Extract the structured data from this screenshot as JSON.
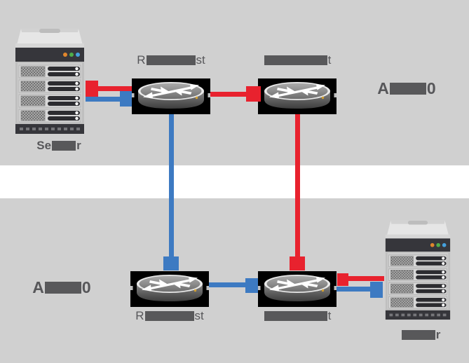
{
  "colors": {
    "background_band": "#d0d0d0",
    "background_gap": "#ffffff",
    "red_link": "#e8222e",
    "blue_link": "#3d7ac2",
    "label_text": "#57575a",
    "redaction_block": "#58585a"
  },
  "as_regions": [
    {
      "name": "as-top",
      "label": {
        "prefix": "A",
        "suffix": "0",
        "obscured": true
      }
    },
    {
      "name": "as-bottom",
      "label": {
        "prefix": "A",
        "suffix": "0",
        "obscured": true
      }
    }
  ],
  "nodes": {
    "server_top": {
      "type": "server",
      "label": {
        "prefix": "Se",
        "suffix": "r",
        "obscured": true
      }
    },
    "server_bottom": {
      "type": "server",
      "label": {
        "prefix": "",
        "suffix": "r",
        "obscured": true
      }
    },
    "router_top_left": {
      "type": "router",
      "label": {
        "prefix": "R",
        "suffix": "st",
        "obscured": true
      }
    },
    "router_top_right": {
      "type": "router",
      "label": {
        "prefix": "",
        "suffix": "t",
        "obscured": true
      }
    },
    "router_bottom_left": {
      "type": "router",
      "label": {
        "prefix": "R",
        "suffix": "st",
        "obscured": true
      }
    },
    "router_bottom_right": {
      "type": "router",
      "label": {
        "prefix": "",
        "suffix": "t",
        "obscured": true
      }
    }
  },
  "links": [
    {
      "color": "red",
      "from": "server_top",
      "to": "router_top_left"
    },
    {
      "color": "red",
      "from": "router_top_left",
      "to": "router_top_right"
    },
    {
      "color": "red",
      "from": "router_top_right",
      "to": "router_bottom_right"
    },
    {
      "color": "red",
      "from": "router_bottom_right",
      "to": "server_bottom"
    },
    {
      "color": "blue",
      "from": "server_top",
      "to": "router_top_left"
    },
    {
      "color": "blue",
      "from": "router_top_left",
      "to": "router_bottom_left"
    },
    {
      "color": "blue",
      "from": "router_bottom_left",
      "to": "router_bottom_right"
    },
    {
      "color": "blue",
      "from": "router_bottom_right",
      "to": "server_bottom"
    }
  ]
}
